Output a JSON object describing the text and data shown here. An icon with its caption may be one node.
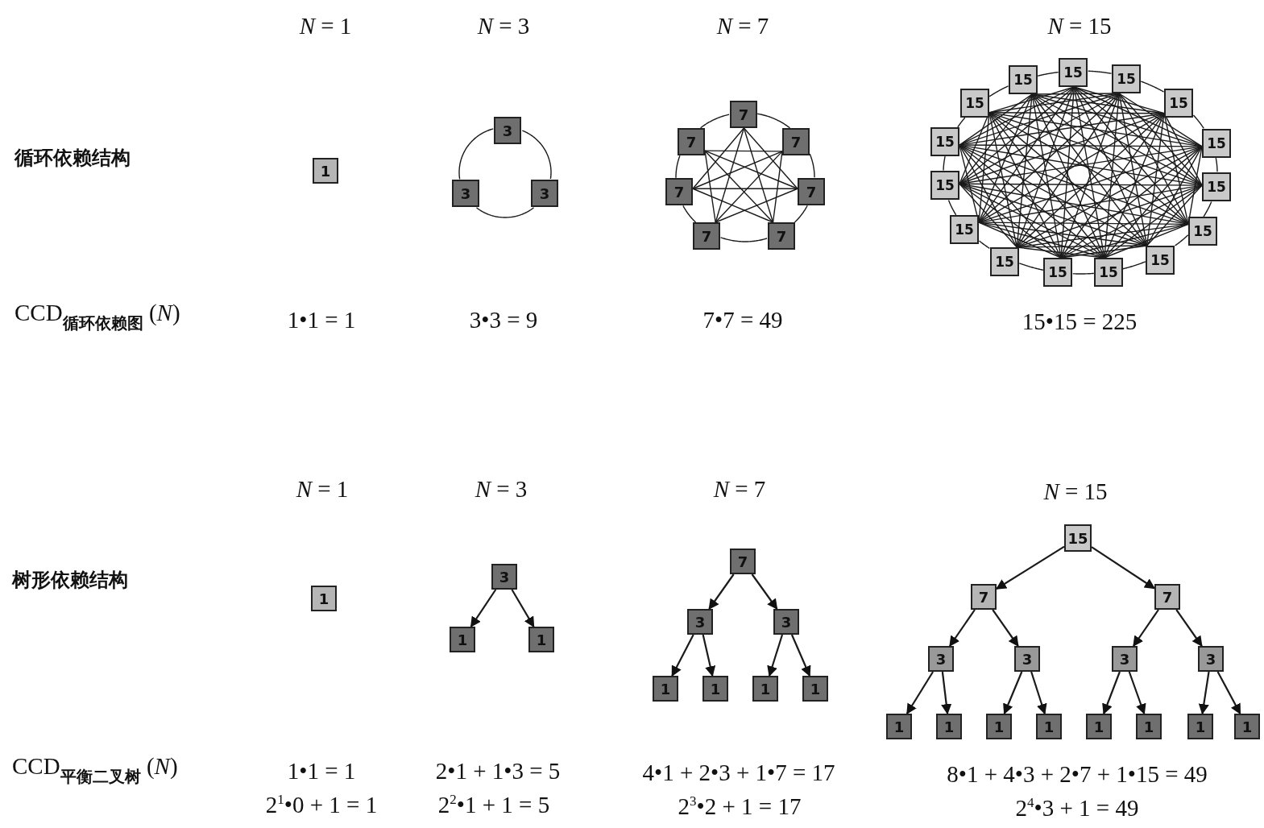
{
  "diagram": {
    "nodes": [
      {
        "text": [
          "1"
        ]
      },
      {
        "text": [
          "3"
        ]
      },
      {
        "text": [
          "3"
        ]
      },
      {
        "text": [
          "3"
        ]
      },
      {
        "text": [
          "7"
        ]
      },
      {
        "text": [
          "7"
        ]
      },
      {
        "text": [
          "7"
        ]
      },
      {
        "text": [
          "7"
        ]
      },
      {
        "text": [
          "7"
        ]
      },
      {
        "text": [
          "7"
        ]
      },
      {
        "text": [
          "7"
        ]
      },
      {
        "text": [
          "15"
        ]
      },
      {
        "text": [
          "15"
        ]
      },
      {
        "text": [
          "15"
        ]
      },
      {
        "text": [
          "15"
        ]
      },
      {
        "text": [
          "15"
        ]
      },
      {
        "text": [
          "15"
        ]
      },
      {
        "text": [
          "15"
        ]
      },
      {
        "text": [
          "15"
        ]
      },
      {
        "text": [
          "15"
        ]
      },
      {
        "text": [
          "15"
        ]
      },
      {
        "text": [
          "15"
        ]
      },
      {
        "text": [
          "15"
        ]
      },
      {
        "text": [
          "15"
        ]
      },
      {
        "text": [
          "15"
        ]
      },
      {
        "text": [
          "15"
        ]
      },
      {
        "text": [
          "1"
        ]
      },
      {
        "text": [
          "3"
        ]
      },
      {
        "text": [
          "1"
        ]
      },
      {
        "text": [
          "1"
        ]
      },
      {
        "text": [
          "7"
        ]
      },
      {
        "text": [
          "3"
        ]
      },
      {
        "text": [
          "3"
        ]
      },
      {
        "text": [
          "1"
        ]
      },
      {
        "text": [
          "1"
        ]
      },
      {
        "text": [
          "1"
        ]
      },
      {
        "text": [
          "1"
        ]
      },
      {
        "text": [
          "15"
        ]
      },
      {
        "text": [
          "7"
        ]
      },
      {
        "text": [
          "7"
        ]
      },
      {
        "text": [
          "3"
        ]
      },
      {
        "text": [
          "3"
        ]
      },
      {
        "text": [
          "3"
        ]
      },
      {
        "text": [
          "3"
        ]
      },
      {
        "text": [
          "1"
        ]
      },
      {
        "text": [
          "1"
        ]
      },
      {
        "text": [
          "1"
        ]
      },
      {
        "text": [
          "1"
        ]
      },
      {
        "text": [
          "1"
        ]
      },
      {
        "text": [
          "1"
        ]
      },
      {
        "text": [
          "1"
        ]
      },
      {
        "text": [
          "1"
        ]
      }
    ],
    "edges": [
      {
        "from": 1,
        "to": 2,
        "arrow": "none"
      },
      {
        "from": 1,
        "to": 3,
        "arrow": "none"
      },
      {
        "from": 2,
        "to": 3,
        "arrow": "none"
      },
      {
        "from": 4,
        "to": 5,
        "arrow": "none"
      },
      {
        "from": 4,
        "to": 6,
        "arrow": "none"
      },
      {
        "from": 4,
        "to": 7,
        "arrow": "none"
      },
      {
        "from": 4,
        "to": 8,
        "arrow": "none"
      },
      {
        "from": 4,
        "to": 9,
        "arrow": "none"
      },
      {
        "from": 4,
        "to": 10,
        "arrow": "none"
      },
      {
        "from": 5,
        "to": 6,
        "arrow": "none"
      },
      {
        "from": 5,
        "to": 7,
        "arrow": "none"
      },
      {
        "from": 5,
        "to": 8,
        "arrow": "none"
      },
      {
        "from": 5,
        "to": 9,
        "arrow": "none"
      },
      {
        "from": 5,
        "to": 10,
        "arrow": "none"
      },
      {
        "from": 6,
        "to": 7,
        "arrow": "none"
      },
      {
        "from": 6,
        "to": 8,
        "arrow": "none"
      },
      {
        "from": 6,
        "to": 9,
        "arrow": "none"
      },
      {
        "from": 6,
        "to": 10,
        "arrow": "none"
      },
      {
        "from": 7,
        "to": 8,
        "arrow": "none"
      },
      {
        "from": 7,
        "to": 9,
        "arrow": "none"
      },
      {
        "from": 7,
        "to": 10,
        "arrow": "none"
      },
      {
        "from": 8,
        "to": 9,
        "arrow": "none"
      },
      {
        "from": 8,
        "to": 10,
        "arrow": "none"
      },
      {
        "from": 9,
        "to": 10,
        "arrow": "none"
      },
      {
        "from": 11,
        "to": 12,
        "arrow": "none"
      },
      {
        "from": 11,
        "to": 13,
        "arrow": "none"
      },
      {
        "from": 11,
        "to": 14,
        "arrow": "none"
      },
      {
        "from": 11,
        "to": 15,
        "arrow": "none"
      },
      {
        "from": 11,
        "to": 16,
        "arrow": "none"
      },
      {
        "from": 11,
        "to": 17,
        "arrow": "none"
      },
      {
        "from": 11,
        "to": 18,
        "arrow": "none"
      },
      {
        "from": 11,
        "to": 19,
        "arrow": "none"
      },
      {
        "from": 11,
        "to": 20,
        "arrow": "none"
      },
      {
        "from": 11,
        "to": 21,
        "arrow": "none"
      },
      {
        "from": 11,
        "to": 22,
        "arrow": "none"
      },
      {
        "from": 11,
        "to": 23,
        "arrow": "none"
      },
      {
        "from": 11,
        "to": 24,
        "arrow": "none"
      },
      {
        "from": 11,
        "to": 25,
        "arrow": "none"
      },
      {
        "from": 12,
        "to": 13,
        "arrow": "none"
      },
      {
        "from": 12,
        "to": 14,
        "arrow": "none"
      },
      {
        "from": 12,
        "to": 15,
        "arrow": "none"
      },
      {
        "from": 12,
        "to": 16,
        "arrow": "none"
      },
      {
        "from": 12,
        "to": 17,
        "arrow": "none"
      },
      {
        "from": 12,
        "to": 18,
        "arrow": "none"
      },
      {
        "from": 12,
        "to": 19,
        "arrow": "none"
      },
      {
        "from": 12,
        "to": 20,
        "arrow": "none"
      },
      {
        "from": 12,
        "to": 21,
        "arrow": "none"
      },
      {
        "from": 12,
        "to": 22,
        "arrow": "none"
      },
      {
        "from": 12,
        "to": 23,
        "arrow": "none"
      },
      {
        "from": 12,
        "to": 24,
        "arrow": "none"
      },
      {
        "from": 12,
        "to": 25,
        "arrow": "none"
      },
      {
        "from": 13,
        "to": 14,
        "arrow": "none"
      },
      {
        "from": 13,
        "to": 15,
        "arrow": "none"
      },
      {
        "from": 13,
        "to": 16,
        "arrow": "none"
      },
      {
        "from": 13,
        "to": 17,
        "arrow": "none"
      },
      {
        "from": 13,
        "to": 18,
        "arrow": "none"
      },
      {
        "from": 13,
        "to": 19,
        "arrow": "none"
      },
      {
        "from": 13,
        "to": 20,
        "arrow": "none"
      },
      {
        "from": 13,
        "to": 21,
        "arrow": "none"
      },
      {
        "from": 13,
        "to": 22,
        "arrow": "none"
      },
      {
        "from": 13,
        "to": 23,
        "arrow": "none"
      },
      {
        "from": 13,
        "to": 24,
        "arrow": "none"
      },
      {
        "from": 13,
        "to": 25,
        "arrow": "none"
      },
      {
        "from": 14,
        "to": 15,
        "arrow": "none"
      },
      {
        "from": 14,
        "to": 16,
        "arrow": "none"
      },
      {
        "from": 14,
        "to": 17,
        "arrow": "none"
      },
      {
        "from": 14,
        "to": 18,
        "arrow": "none"
      },
      {
        "from": 14,
        "to": 19,
        "arrow": "none"
      },
      {
        "from": 14,
        "to": 20,
        "arrow": "none"
      },
      {
        "from": 14,
        "to": 21,
        "arrow": "none"
      },
      {
        "from": 14,
        "to": 22,
        "arrow": "none"
      },
      {
        "from": 14,
        "to": 23,
        "arrow": "none"
      },
      {
        "from": 14,
        "to": 24,
        "arrow": "none"
      },
      {
        "from": 14,
        "to": 25,
        "arrow": "none"
      },
      {
        "from": 15,
        "to": 16,
        "arrow": "none"
      },
      {
        "from": 15,
        "to": 17,
        "arrow": "none"
      },
      {
        "from": 15,
        "to": 18,
        "arrow": "none"
      },
      {
        "from": 15,
        "to": 19,
        "arrow": "none"
      },
      {
        "from": 15,
        "to": 20,
        "arrow": "none"
      },
      {
        "from": 15,
        "to": 21,
        "arrow": "none"
      },
      {
        "from": 15,
        "to": 22,
        "arrow": "none"
      },
      {
        "from": 15,
        "to": 23,
        "arrow": "none"
      },
      {
        "from": 15,
        "to": 24,
        "arrow": "none"
      },
      {
        "from": 15,
        "to": 25,
        "arrow": "none"
      },
      {
        "from": 16,
        "to": 17,
        "arrow": "none"
      },
      {
        "from": 16,
        "to": 18,
        "arrow": "none"
      },
      {
        "from": 16,
        "to": 19,
        "arrow": "none"
      },
      {
        "from": 16,
        "to": 20,
        "arrow": "none"
      },
      {
        "from": 16,
        "to": 21,
        "arrow": "none"
      },
      {
        "from": 16,
        "to": 22,
        "arrow": "none"
      },
      {
        "from": 16,
        "to": 23,
        "arrow": "none"
      },
      {
        "from": 16,
        "to": 24,
        "arrow": "none"
      },
      {
        "from": 16,
        "to": 25,
        "arrow": "none"
      },
      {
        "from": 17,
        "to": 18,
        "arrow": "none"
      },
      {
        "from": 17,
        "to": 19,
        "arrow": "none"
      },
      {
        "from": 17,
        "to": 20,
        "arrow": "none"
      },
      {
        "from": 17,
        "to": 21,
        "arrow": "none"
      },
      {
        "from": 17,
        "to": 22,
        "arrow": "none"
      },
      {
        "from": 17,
        "to": 23,
        "arrow": "none"
      },
      {
        "from": 17,
        "to": 24,
        "arrow": "none"
      },
      {
        "from": 17,
        "to": 25,
        "arrow": "none"
      },
      {
        "from": 18,
        "to": 19,
        "arrow": "none"
      },
      {
        "from": 18,
        "to": 20,
        "arrow": "none"
      },
      {
        "from": 18,
        "to": 21,
        "arrow": "none"
      },
      {
        "from": 18,
        "to": 22,
        "arrow": "none"
      },
      {
        "from": 18,
        "to": 23,
        "arrow": "none"
      },
      {
        "from": 18,
        "to": 24,
        "arrow": "none"
      },
      {
        "from": 18,
        "to": 25,
        "arrow": "none"
      },
      {
        "from": 19,
        "to": 20,
        "arrow": "none"
      },
      {
        "from": 19,
        "to": 21,
        "arrow": "none"
      },
      {
        "from": 19,
        "to": 22,
        "arrow": "none"
      },
      {
        "from": 19,
        "to": 23,
        "arrow": "none"
      },
      {
        "from": 19,
        "to": 24,
        "arrow": "none"
      },
      {
        "from": 19,
        "to": 25,
        "arrow": "none"
      },
      {
        "from": 20,
        "to": 21,
        "arrow": "none"
      },
      {
        "from": 20,
        "to": 22,
        "arrow": "none"
      },
      {
        "from": 20,
        "to": 23,
        "arrow": "none"
      },
      {
        "from": 20,
        "to": 24,
        "arrow": "none"
      },
      {
        "from": 20,
        "to": 25,
        "arrow": "none"
      },
      {
        "from": 21,
        "to": 22,
        "arrow": "none"
      },
      {
        "from": 21,
        "to": 23,
        "arrow": "none"
      },
      {
        "from": 21,
        "to": 24,
        "arrow": "none"
      },
      {
        "from": 21,
        "to": 25,
        "arrow": "none"
      },
      {
        "from": 22,
        "to": 23,
        "arrow": "none"
      },
      {
        "from": 22,
        "to": 24,
        "arrow": "none"
      },
      {
        "from": 22,
        "to": 25,
        "arrow": "none"
      },
      {
        "from": 23,
        "to": 24,
        "arrow": "none"
      },
      {
        "from": 23,
        "to": 25,
        "arrow": "none"
      },
      {
        "from": 24,
        "to": 25,
        "arrow": "none"
      },
      {
        "from": 27,
        "to": 28,
        "arrow": "to"
      },
      {
        "from": 27,
        "to": 29,
        "arrow": "to"
      },
      {
        "from": 30,
        "to": 31,
        "arrow": "to"
      },
      {
        "from": 30,
        "to": 32,
        "arrow": "to"
      },
      {
        "from": 31,
        "to": 33,
        "arrow": "to"
      },
      {
        "from": 31,
        "to": 34,
        "arrow": "to"
      },
      {
        "from": 32,
        "to": 35,
        "arrow": "to"
      },
      {
        "from": 32,
        "to": 36,
        "arrow": "to"
      },
      {
        "from": 37,
        "to": 38,
        "arrow": "to"
      },
      {
        "from": 37,
        "to": 39,
        "arrow": "to"
      },
      {
        "from": 38,
        "to": 40,
        "arrow": "to"
      },
      {
        "from": 38,
        "to": 41,
        "arrow": "to"
      },
      {
        "from": 39,
        "to": 42,
        "arrow": "to"
      },
      {
        "from": 39,
        "to": 43,
        "arrow": "to"
      },
      {
        "from": 40,
        "to": 44,
        "arrow": "to"
      },
      {
        "from": 40,
        "to": 45,
        "arrow": "to"
      },
      {
        "from": 41,
        "to": 46,
        "arrow": "to"
      },
      {
        "from": 41,
        "to": 47,
        "arrow": "to"
      },
      {
        "from": 42,
        "to": 48,
        "arrow": "to"
      },
      {
        "from": 42,
        "to": 49,
        "arrow": "to"
      },
      {
        "from": 43,
        "to": 50,
        "arrow": "to"
      },
      {
        "from": 43,
        "to": 51,
        "arrow": "to"
      }
    ],
    "labels": [
      "*N* = 1",
      "*N* = 3",
      "*N* = 7",
      "*N* = 15",
      "循环依赖结构",
      "CCD$_{循环依赖图}$ (*N*)",
      "1•1 = 1",
      "3•3 = 9",
      "7•7 = 49",
      "15•15 = 225",
      "*N* = 1",
      "*N* = 3",
      "*N* = 7",
      "*N* = 15",
      "树形依赖结构",
      "CCD$_{平衡二叉树}$ (*N*)",
      "1•1 = 1",
      "2•1 + 1•3 = 5",
      "4•1 + 2•3 + 1•7 = 17",
      "8•1 + 4•3 + 2•7 + 1•15 = 49",
      "2$^{1}$•0 + 1 = 1",
      "2$^{2}$•1 + 1 = 5",
      "2$^{3}$•2 + 1 = 17",
      "2$^{4}$•3 + 1 = 49"
    ]
  }
}
